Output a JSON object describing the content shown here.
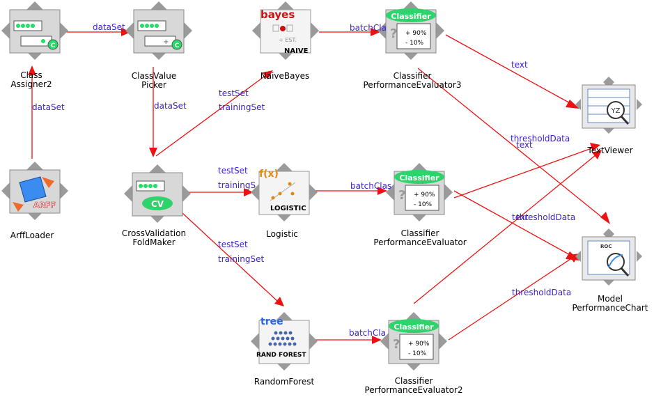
{
  "nodes": {
    "class_assigner": {
      "line1": "Class",
      "line2": "Assigner2"
    },
    "class_value_picker": {
      "line1": "ClassValue",
      "line2": "Picker"
    },
    "naive_bayes": {
      "line1": "NaiveBayes",
      "icon_title": "bayes",
      "icon_sub": "+ EST.",
      "icon_brand": "NAIVE"
    },
    "evaluator3": {
      "line1": "Classifier",
      "line2": "PerformanceEvaluator3"
    },
    "text_viewer": {
      "line1": "TextViewer",
      "icon_text": "YZ"
    },
    "arff_loader": {
      "line1": "ArffLoader",
      "icon_text": "ARFF"
    },
    "cv_fold_maker": {
      "line1": "CrossValidation",
      "line2": "FoldMaker",
      "icon_text": "CV"
    },
    "logistic": {
      "line1": "Logistic",
      "icon_title": "f(x)",
      "icon_brand": "LOGISTIC"
    },
    "evaluator": {
      "line1": "Classifier",
      "line2": "PerformanceEvaluator"
    },
    "model_chart": {
      "line1": "Model",
      "line2": "PerformanceChart",
      "icon_text": "ROC"
    },
    "random_forest": {
      "line1": "RandomForest",
      "icon_title": "tree",
      "icon_brand": "RAND FOREST"
    },
    "evaluator2": {
      "line1": "Classifier",
      "line2": "PerformanceEvaluator2"
    },
    "evaluator_icon": {
      "title": "Classifier",
      "pct_plus": "+ 90%",
      "pct_minus": "- 10%"
    }
  },
  "edges": {
    "dataset_top": "dataSet",
    "dataset_left": "dataSet",
    "dataset_mid": "dataSet",
    "testset_1": "testSet",
    "trainingset_1": "trainingSet",
    "testset_2": "testSet",
    "trainingset_2": "trainingS",
    "testset_3": "testSet",
    "trainingset_3": "trainingSet",
    "batch_1": "batchCla",
    "batch_2": "batchClas",
    "batch_3": "batchCla",
    "text_1": "text",
    "threshold_1": "thresholdData",
    "text_2": "text",
    "text_3": "text",
    "threshold_2": "thresholdData",
    "threshold_3": "thresholdData"
  },
  "colors": {
    "edge": "#ee1111",
    "edge_label": "#3a1fd0",
    "icon_green": "#22dd66",
    "icon_gray": "#c8c8c8"
  }
}
